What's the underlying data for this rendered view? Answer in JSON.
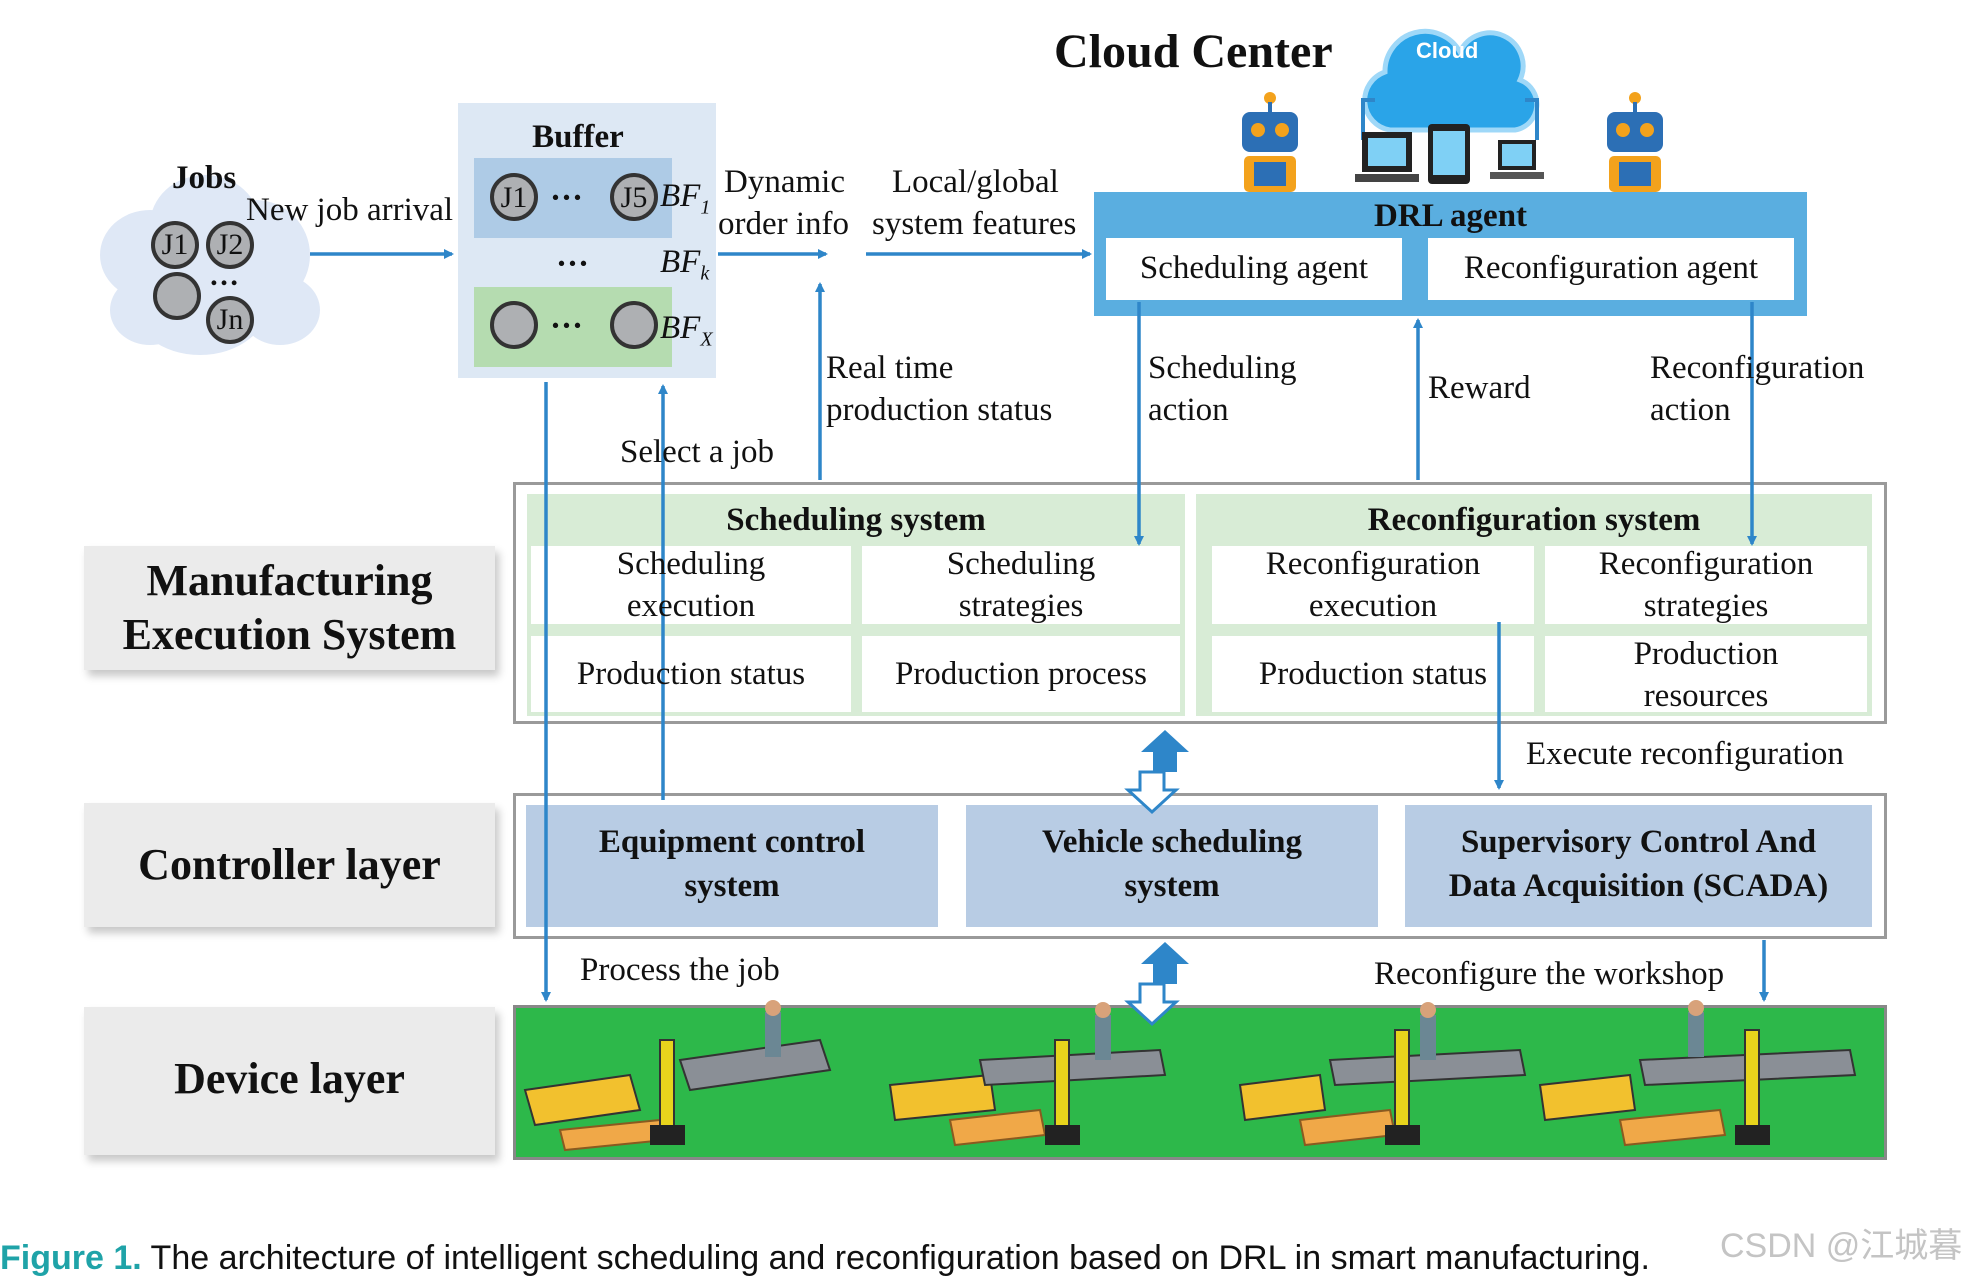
{
  "cloud_center": {
    "title": "Cloud Center",
    "cloud_label": "Cloud"
  },
  "jobs": {
    "title": "Jobs",
    "items": [
      "J1",
      "J2",
      "Jn"
    ],
    "ellipsis": "…"
  },
  "arrival": "New job arrival",
  "buffer": {
    "title": "Buffer",
    "job_first": "J1",
    "job_last": "J5",
    "dots": "···",
    "bf1": "BF1",
    "bfk": "BFk",
    "bfx": "BFX"
  },
  "edges": {
    "dynamic_order_info": [
      "Dynamic",
      "order info"
    ],
    "local_global_features": [
      "Local/global",
      "system features"
    ],
    "real_time_status": [
      "Real time",
      "production  status"
    ],
    "select_job": "Select  a job",
    "scheduling_action": [
      "Scheduling",
      "action"
    ],
    "reward": "Reward",
    "reconfiguration_action": [
      "Reconfiguration",
      "action"
    ],
    "execute_reconfiguration": "Execute reconfiguration",
    "process_job": "Process the job",
    "reconfigure_workshop": "Reconfigure the workshop"
  },
  "drl_agent": {
    "title": "DRL agent",
    "scheduling_agent": "Scheduling agent",
    "reconfiguration_agent": "Reconfiguration agent"
  },
  "layers": {
    "mes": [
      "Manufacturing",
      "Execution System"
    ],
    "controller": "Controller layer",
    "device": "Device layer"
  },
  "scheduling_system": {
    "title": "Scheduling system",
    "execution": [
      "Scheduling",
      "execution"
    ],
    "strategies": [
      "Scheduling",
      "strategies"
    ],
    "status": "Production status",
    "process": "Production process"
  },
  "reconfiguration_system": {
    "title": "Reconfiguration system",
    "execution": [
      "Reconfiguration",
      "execution"
    ],
    "strategies": [
      "Reconfiguration",
      "strategies"
    ],
    "status": "Production status",
    "resources": [
      "Production",
      "resources"
    ]
  },
  "controller_systems": [
    [
      "Equipment control",
      "system"
    ],
    [
      "Vehicle scheduling",
      "system"
    ],
    [
      "Supervisory Control And",
      "Data Acquisition (SCADA)"
    ]
  ],
  "caption": {
    "label": "Figure 1.",
    "text": "The architecture of intelligent scheduling and reconfiguration based on DRL in smart manufacturing."
  },
  "watermark": "CSDN @江城暮",
  "colors": {
    "arrow": "#2e86c9",
    "agent_blue": "#5aaee0",
    "light_green": "#d8ecd6",
    "controller_blue": "#b8cce4",
    "device_green": "#2db84a",
    "caption_teal": "#1fa3a8",
    "label_gray": "#ebebeb"
  }
}
